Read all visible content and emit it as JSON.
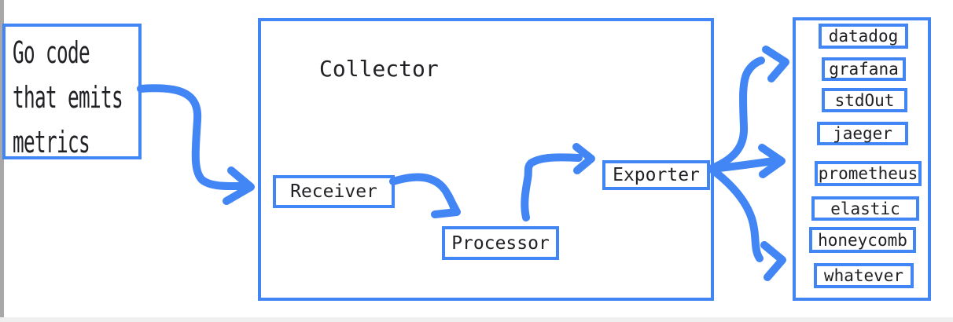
{
  "colors": {
    "accent": "#4285f4",
    "text": "#202124",
    "edge": "#a8a8a8",
    "strip": "#efefef"
  },
  "nodes": {
    "source": {
      "label": "Go code\nthat emits\nmetrics"
    },
    "collector": {
      "label": "Collector"
    },
    "receiver": {
      "label": "Receiver"
    },
    "processor": {
      "label": "Processor"
    },
    "exporter": {
      "label": "Exporter"
    }
  },
  "backends": {
    "items": [
      "datadog",
      "grafana",
      "stdOut",
      "jaeger",
      "prometheus",
      "elastic",
      "honeycomb",
      "whatever"
    ]
  },
  "edges": [
    {
      "from": "source",
      "to": "collector-receiver"
    },
    {
      "from": "receiver",
      "to": "processor"
    },
    {
      "from": "processor",
      "to": "exporter"
    },
    {
      "from": "exporter",
      "to": "backends-top"
    },
    {
      "from": "exporter",
      "to": "backends-middle"
    },
    {
      "from": "exporter",
      "to": "backends-bottom"
    }
  ]
}
